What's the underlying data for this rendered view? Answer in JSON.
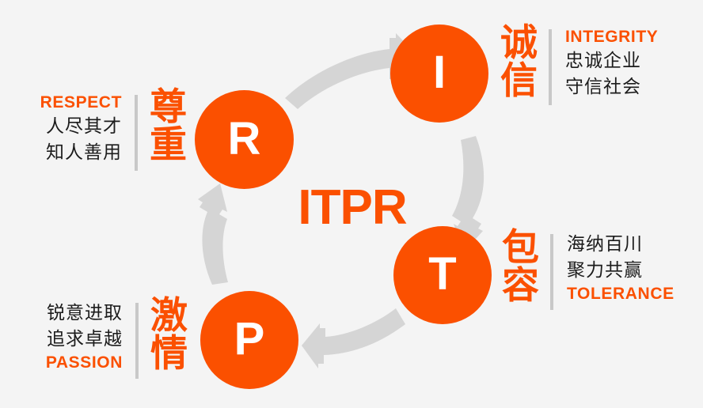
{
  "theme": {
    "background": "#f4f4f4",
    "orange": "#fb5000",
    "dark_text": "#1c1c1c",
    "arrow_gray": "#d5d5d5",
    "divider_gray": "#c8c8c8"
  },
  "center": {
    "acronym": "ITPR"
  },
  "nodes": [
    {
      "id": "respect",
      "letter": "R"
    },
    {
      "id": "integrity",
      "letter": "I"
    },
    {
      "id": "tolerance",
      "letter": "T"
    },
    {
      "id": "passion",
      "letter": "P"
    }
  ],
  "values": {
    "respect": {
      "english": "RESPECT",
      "chinese_line1": "人尽其才",
      "chinese_line2": "知人善用",
      "big_char1": "尊",
      "big_char2": "重"
    },
    "integrity": {
      "english": "INTEGRITY",
      "chinese_line1": "忠诚企业",
      "chinese_line2": "守信社会",
      "big_char1": "诚",
      "big_char2": "信"
    },
    "tolerance": {
      "english": "TOLERANCE",
      "chinese_line1": "海纳百川",
      "chinese_line2": "聚力共赢",
      "big_char1": "包",
      "big_char2": "容"
    },
    "passion": {
      "english": "PASSION",
      "chinese_line1": "锐意进取",
      "chinese_line2": "追求卓越",
      "big_char1": "激",
      "big_char2": "情"
    }
  },
  "arrows": [
    {
      "id": "arrow-r-to-i",
      "from": "R",
      "to": "I",
      "direction": "right-up"
    },
    {
      "id": "arrow-i-to-t",
      "from": "I",
      "to": "T",
      "direction": "down"
    },
    {
      "id": "arrow-t-to-p",
      "from": "T",
      "to": "P",
      "direction": "left"
    },
    {
      "id": "arrow-p-to-r",
      "from": "P",
      "to": "R",
      "direction": "up"
    }
  ]
}
